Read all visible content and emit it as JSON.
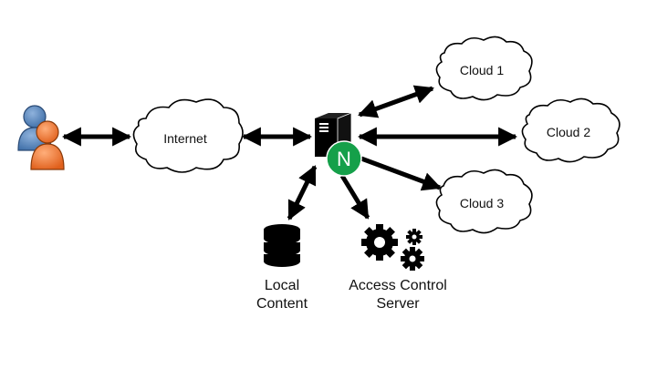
{
  "diagram": {
    "nodes": {
      "users": {
        "label": "",
        "icon": "users-icon",
        "colors": {
          "back": "#5b84b8",
          "front": "#f07a35"
        }
      },
      "internet": {
        "label": "Internet",
        "icon": "cloud-icon"
      },
      "server": {
        "label": "",
        "icon": "server-icon",
        "badge": {
          "text": "N",
          "color": "#15a04a"
        }
      },
      "cloud1": {
        "label": "Cloud 1",
        "icon": "cloud-icon"
      },
      "cloud2": {
        "label": "Cloud 2",
        "icon": "cloud-icon"
      },
      "cloud3": {
        "label": "Cloud 3",
        "icon": "cloud-icon"
      },
      "local_content": {
        "label_line1": "Local",
        "label_line2": "Content",
        "icon": "database-icon"
      },
      "access_control": {
        "label_line1": "Access Control",
        "label_line2": "Server",
        "icon": "gears-icon"
      }
    },
    "edges": [
      {
        "from": "users",
        "to": "internet",
        "direction": "both"
      },
      {
        "from": "internet",
        "to": "server",
        "direction": "both"
      },
      {
        "from": "server",
        "to": "cloud1",
        "direction": "both"
      },
      {
        "from": "server",
        "to": "cloud2",
        "direction": "both"
      },
      {
        "from": "server",
        "to": "cloud3",
        "direction": "forward"
      },
      {
        "from": "server",
        "to": "local_content",
        "direction": "both"
      },
      {
        "from": "server",
        "to": "access_control",
        "direction": "forward"
      }
    ]
  }
}
